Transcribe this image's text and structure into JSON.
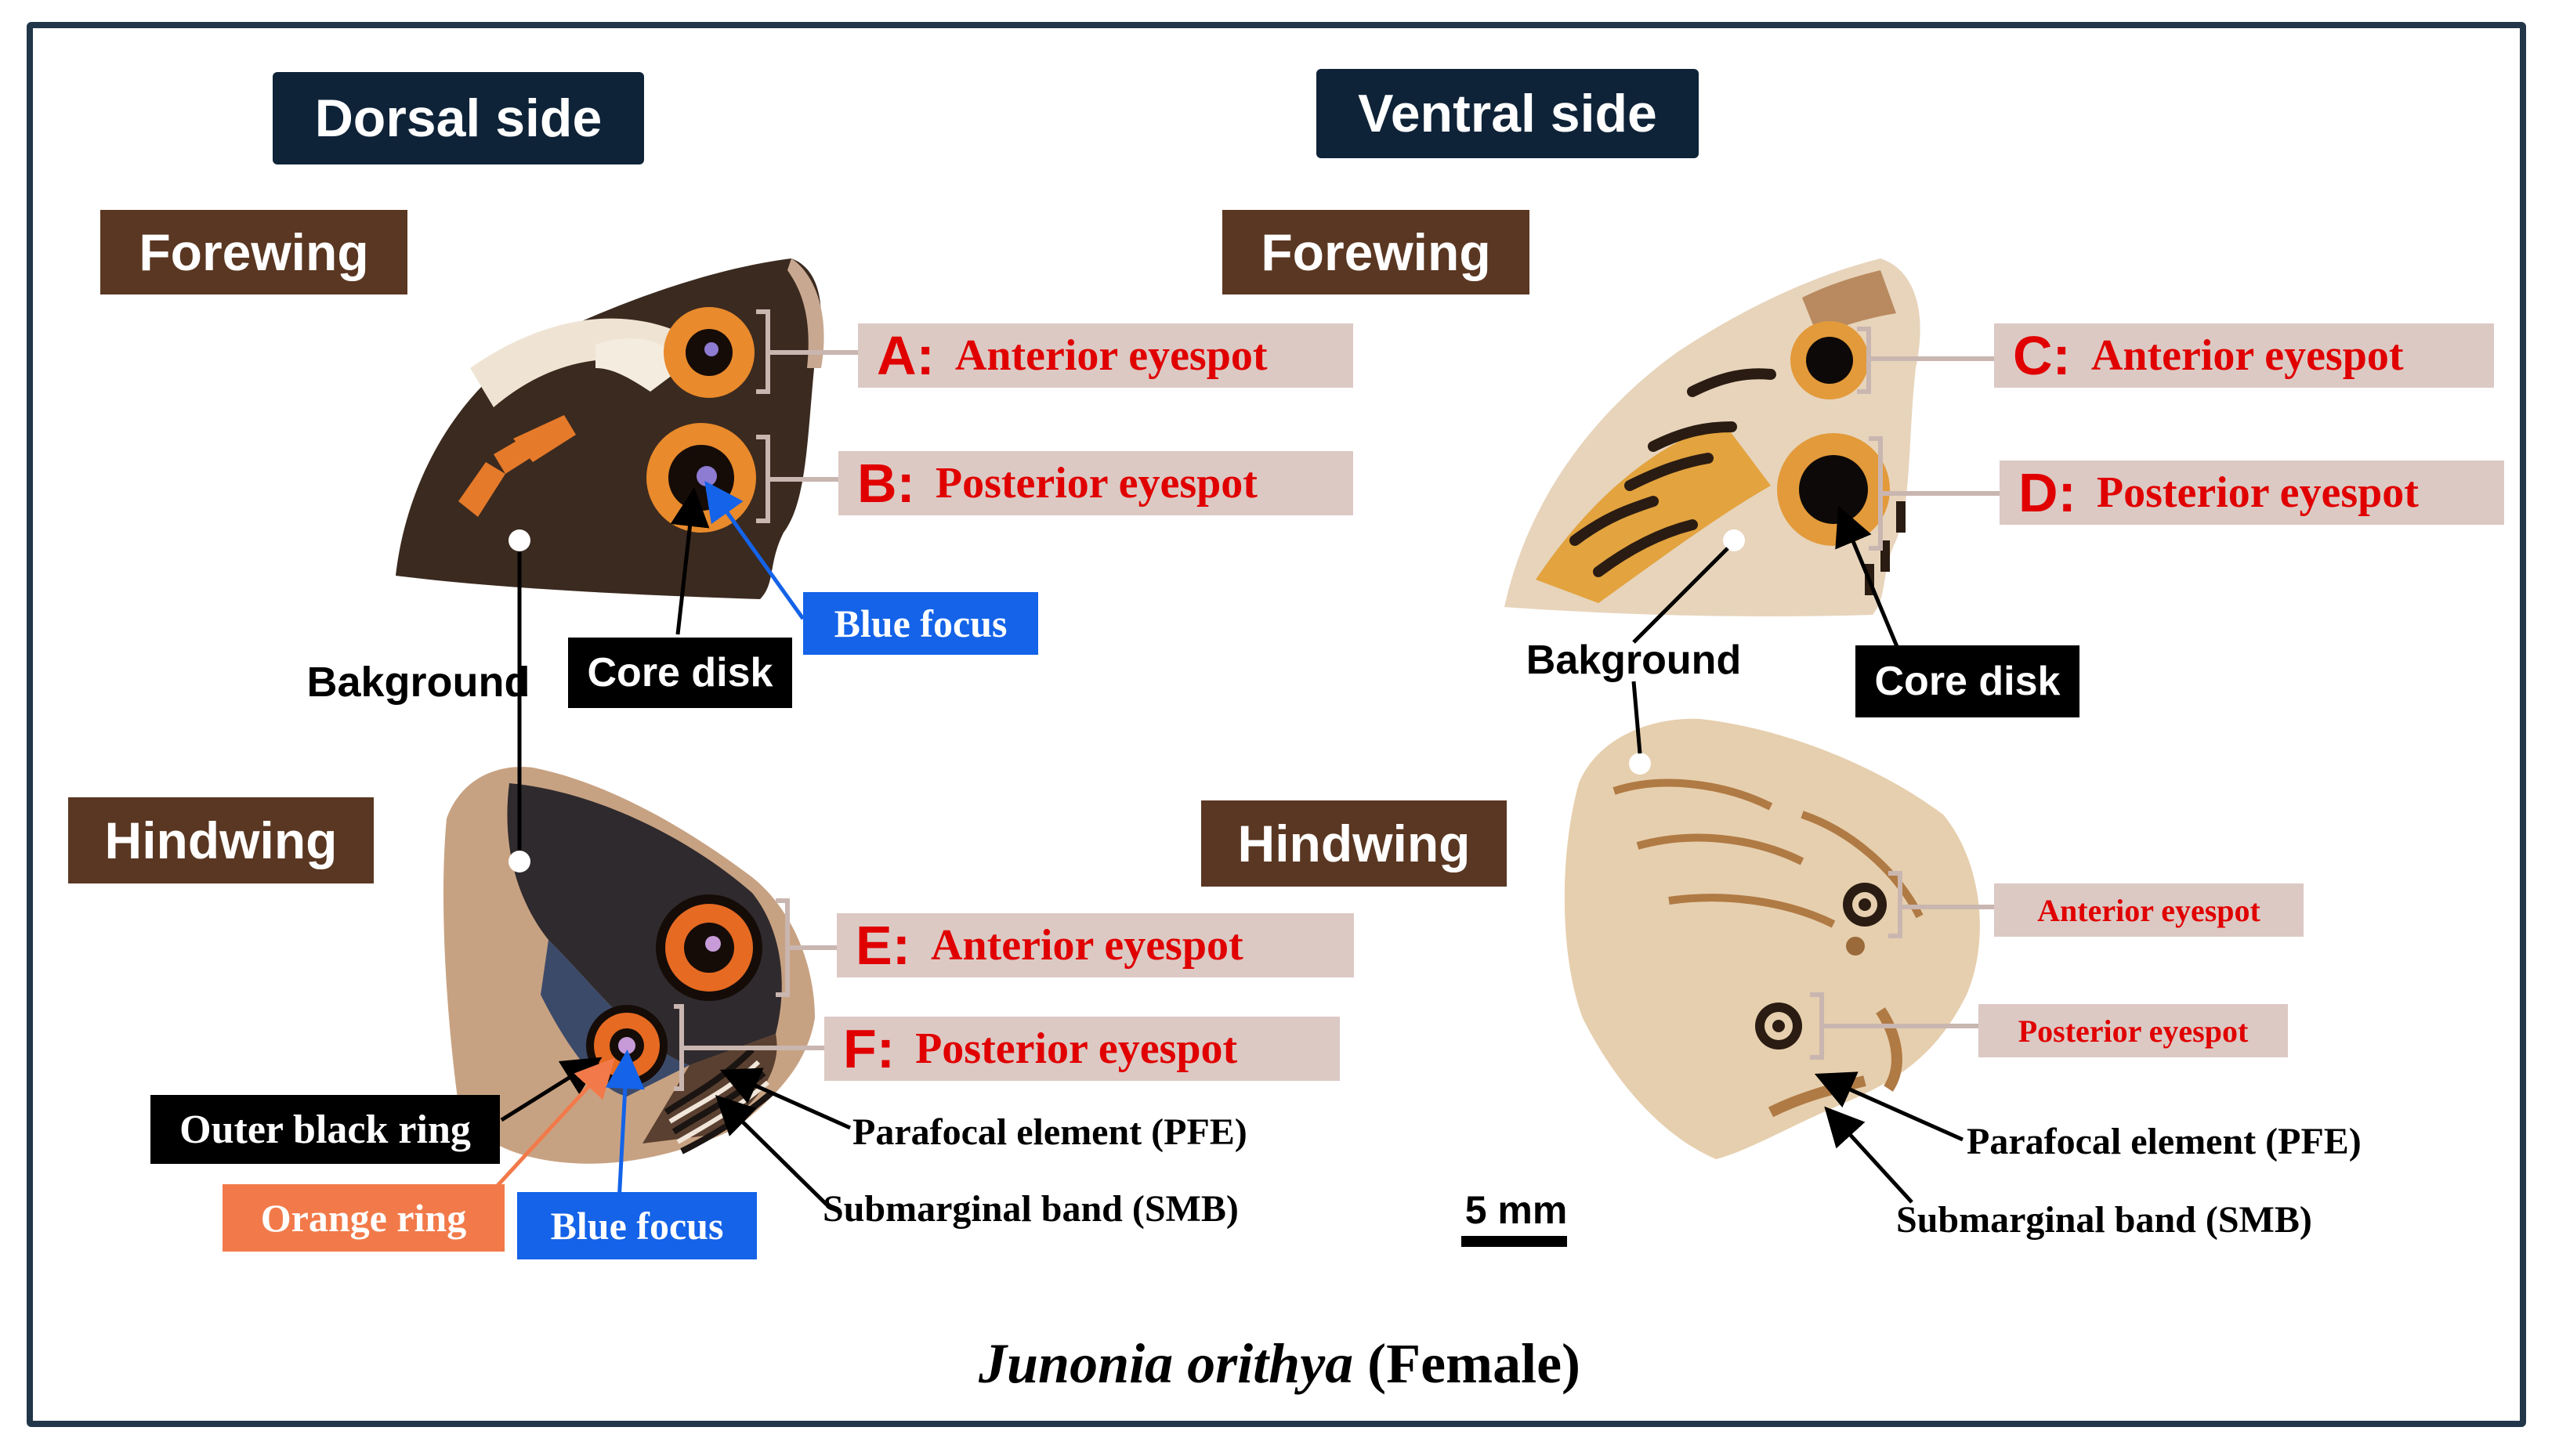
{
  "headers": {
    "dorsal": "Dorsal side",
    "ventral": "Ventral side"
  },
  "dorsal": {
    "forewing_title": "Forewing",
    "hindwing_title": "Hindwing",
    "A": {
      "letter": "A:",
      "text": "Anterior eyespot"
    },
    "B": {
      "letter": "B:",
      "text": "Posterior eyespot"
    },
    "E": {
      "letter": "E:",
      "text": "Anterior eyespot"
    },
    "F": {
      "letter": "F:",
      "text": "Posterior eyespot"
    },
    "blue_focus_fore": "Blue focus",
    "core_disk": "Core disk",
    "background": "Bakground",
    "outer_black_ring": "Outer black ring",
    "orange_ring": "Orange ring",
    "blue_focus_hind": "Blue focus",
    "pfe": "Parafocal element (PFE)",
    "smb": "Submarginal band (SMB)"
  },
  "ventral": {
    "forewing_title": "Forewing",
    "hindwing_title": "Hindwing",
    "C": {
      "letter": "C:",
      "text": "Anterior eyespot"
    },
    "D": {
      "letter": "D:",
      "text": "Posterior eyespot"
    },
    "background": "Bakground",
    "core_disk": "Core disk",
    "anterior": "Anterior eyespot",
    "posterior": "Posterior eyespot",
    "pfe": "Parafocal element (PFE)",
    "smb": "Submarginal band (SMB)"
  },
  "scale_bar": "5 mm",
  "caption": {
    "species": "Junonia orithya",
    "sex": "(Female)"
  },
  "colors": {
    "frame": "#22364a",
    "navy": "#0f2338",
    "brown": "#5a3722",
    "label_red": "#e00000",
    "pink_box": "#dcc9c4",
    "blue": "#1463e8",
    "orange": "#f27a4a"
  }
}
